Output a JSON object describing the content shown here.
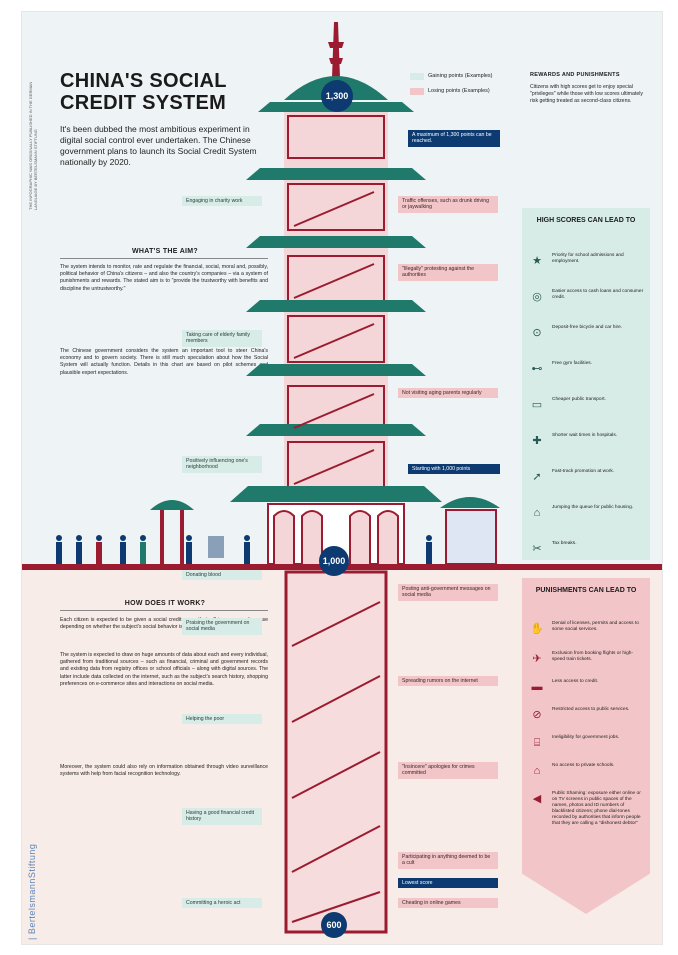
{
  "title": "CHINA'S SOCIAL CREDIT SYSTEM",
  "intro": "It's been dubbed the most ambitious experiment in digital social control ever undertaken. The Chinese government plans to launch its Social Credit System nationally by 2020.",
  "side_credit": "THE INFOGRAPHIC WAS ORIGINALLY PUBLISHED IN THE GERMAN LANGUAGE BY BERTELSMANN STIFTUNG",
  "legend": {
    "gain": "Gaining points (Examples)",
    "lose": "Losing points (Examples)"
  },
  "rewards": {
    "heading": "REWARDS AND PUNISHMENTS",
    "text": "Citizens with high scores get to enjoy special \"privileges\" while those with low scores ultimately risk getting treated as second-class citizens."
  },
  "aim": {
    "heading": "WHAT'S THE AIM?",
    "p1": "The system intends to monitor, rate and regulate the financial, social, moral and, possibly, political behavior of China's citizens – and also the country's companies – via a system of punishments and rewards. The stated aim is to \"provide the trustworthy with benefits and discipline the untrustworthy.\"",
    "p2": "The Chinese government considers the system an important tool to steer China's economy and to govern society. There is still much speculation about how the Social System will actually function. Details in this chart are based on pilot schemes and plausible expert expectations."
  },
  "how": {
    "heading": "HOW DOES IT WORK?",
    "p1": "Each citizen is expected to be given a social credit score that will increase or decrease depending on whether the subject's social behavior is acceptable.",
    "p2": "The system is expected to draw on huge amounts of data about each and every individual, gathered from traditional sources – such as financial, criminal and government records and existing data from registry offices or school officials – along with digital sources. The latter include data collected on the internet, such as the subject's search history, shopping preferences on e-commerce sites and interactions on social media.",
    "p3": "Moreover, the system could also rely on information obtained through video surveillance systems with help from facial recognition technology."
  },
  "scores": {
    "max": "1,300",
    "start": "1,000",
    "min": "600"
  },
  "blue_tags": {
    "max": "A maximum of 1,300 points can be reached.",
    "start": "Starting with 1,000 points",
    "lowest": "Lowest score"
  },
  "gain_tags": [
    "Engaging in charity work",
    "Taking care of elderly family members",
    "Positively influencing one's neighborhood",
    "Donating blood",
    "Praising the government on social media",
    "Helping the poor",
    "Having a good financial credit history",
    "Committing a heroic act"
  ],
  "lose_tags": [
    "Traffic offenses, such as drunk driving or jaywalking",
    "\"Illegally\" protesting against the authorities",
    "Not visiting aging parents regularly",
    "Posting anti-government messages on social media",
    "Spreading rumors on the internet",
    "\"Insincere\" apologies for crimes committed",
    "Participating in anything deemed to be a cult",
    "Cheating in online games"
  ],
  "high": {
    "heading": "HIGH SCORES CAN LEAD TO",
    "items": [
      {
        "icon": "star-icon",
        "glyph": "★",
        "text": "Priority for school admissions and employment."
      },
      {
        "icon": "coins-icon",
        "glyph": "◎",
        "text": "Easier access to cash loans and consumer credit."
      },
      {
        "icon": "bicycle-icon",
        "glyph": "⊙",
        "text": "Deposit-free bicycle and car hire."
      },
      {
        "icon": "dumbbell-icon",
        "glyph": "⊷",
        "text": "Free gym facilities."
      },
      {
        "icon": "bus-icon",
        "glyph": "▭",
        "text": "Cheaper public transport."
      },
      {
        "icon": "medical-cross-icon",
        "glyph": "✚",
        "text": "Shorter wait times in hospitals."
      },
      {
        "icon": "promotion-icon",
        "glyph": "➚",
        "text": "Fast-track promotion at work."
      },
      {
        "icon": "queue-icon",
        "glyph": "⌂",
        "text": "Jumping the queue for public housing."
      },
      {
        "icon": "tax-cut-icon",
        "glyph": "✂",
        "text": "Tax breaks."
      }
    ]
  },
  "punish": {
    "heading": "PUNISHMENTS CAN LEAD TO",
    "items": [
      {
        "icon": "stop-hand-icon",
        "glyph": "✋",
        "text": "Denial of licenses, permits and access to some social services."
      },
      {
        "icon": "plane-icon",
        "glyph": "✈",
        "text": "Exclusion from booking flights or high-speed train tickets."
      },
      {
        "icon": "credit-card-icon",
        "glyph": "▬",
        "text": "Less access to credit."
      },
      {
        "icon": "restricted-icon",
        "glyph": "⊘",
        "text": "Restricted access to public services."
      },
      {
        "icon": "government-icon",
        "glyph": "⌸",
        "text": "Ineligibility for government jobs."
      },
      {
        "icon": "school-icon",
        "glyph": "⌂",
        "text": "No access to private schools."
      },
      {
        "icon": "megaphone-icon",
        "glyph": "◀",
        "text": "Public Shaming: exposure either online or on TV screens in public spaces of the names, photos and ID numbers of blacklisted citizens; phone dial-tones recorded by authorities that inform people that they are calling a \"dishonest debtor\""
      }
    ]
  },
  "brand": "| BertelsmannStiftung",
  "colors": {
    "teal": "#1f7a6c",
    "crimson": "#9b1c31",
    "navy": "#0d3a70",
    "mint": "#d7ece7",
    "pink": "#f2c6c8"
  }
}
